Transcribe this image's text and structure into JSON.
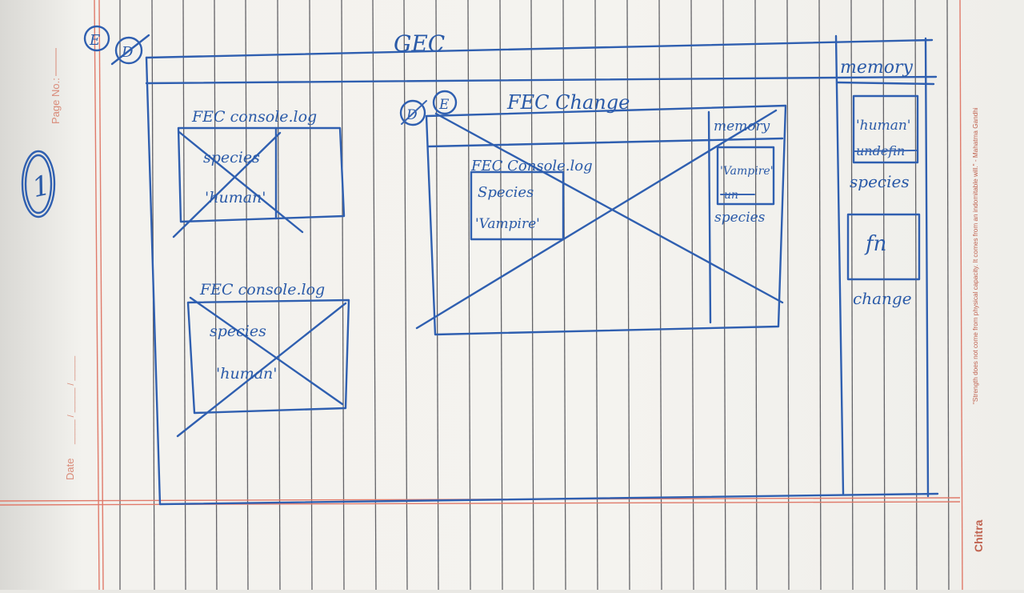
{
  "notebook": {
    "page_no_label": "Page No.:",
    "date_label": "Date",
    "date_slashes": "_____ / _____ / _____",
    "brand": "Chitra",
    "quote": "\"Strength does not come from physical capacity. It comes from an indomitable will.\" - Mahatma Gandhi"
  },
  "sketch": {
    "page_number": "1",
    "outer_frame": {
      "e_marker": "E",
      "d_marker": "D",
      "title": "GEC"
    },
    "memory_panel": {
      "title": "memory",
      "cell1_line1": "'human'",
      "cell1_line2": "undefin",
      "cell1_caption": "species",
      "cell2_label": "fn",
      "cell2_caption": "change"
    },
    "fec_log_1": {
      "title": "FEC console.log",
      "line1": "species",
      "line2": "'human'"
    },
    "fec_log_2": {
      "title": "FEC console.log",
      "line1": "species",
      "line2": "'human'"
    },
    "fec_change": {
      "d_marker": "D",
      "e_marker": "E",
      "title": "FEC Change",
      "inner_log_title": "FEC Console.log",
      "inner_log_line1": "Species",
      "inner_log_line2": "'Vampire'",
      "memory_title": "memory",
      "memory_cell_line1": "'Vampire'",
      "memory_cell_line2": "un",
      "memory_caption": "species"
    }
  }
}
